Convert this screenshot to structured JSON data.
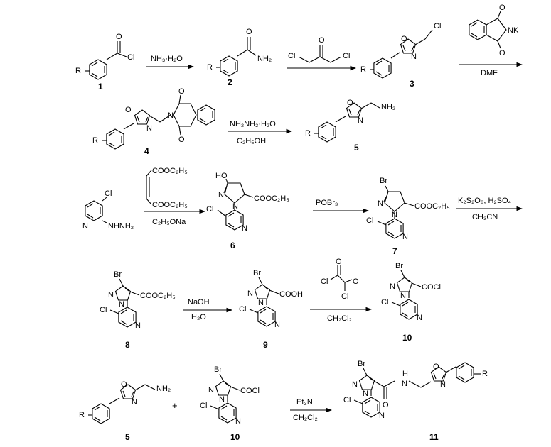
{
  "compounds": {
    "c1": {
      "label": "1",
      "atoms": {
        "R": "R",
        "Cl": "Cl",
        "O": "O"
      }
    },
    "c2": {
      "label": "2",
      "atoms": {
        "R": "R",
        "NH2": "NH₂",
        "O": "O"
      }
    },
    "c3": {
      "label": "3",
      "atoms": {
        "R": "R",
        "O": "O",
        "N": "N",
        "Cl": "Cl"
      }
    },
    "c4": {
      "label": "4",
      "atoms": {
        "R": "R",
        "O": "O",
        "N": "N",
        "O1": "O",
        "O2": "O",
        "N2": "N"
      }
    },
    "c5a": {
      "label": "5",
      "atoms": {
        "R": "R",
        "O": "O",
        "N": "N",
        "NH2": "NH₂"
      }
    },
    "c6": {
      "label": "6",
      "atoms": {
        "HO": "HO",
        "N": "N",
        "N2": "N",
        "Cl": "Cl",
        "N3": "N",
        "ester": "COOC₂H₅"
      }
    },
    "c7": {
      "label": "7",
      "atoms": {
        "Br": "Br",
        "N": "N",
        "N2": "N",
        "Cl": "Cl",
        "N3": "N",
        "ester": "COOC₂H₅"
      }
    },
    "c8": {
      "label": "8",
      "atoms": {
        "Br": "Br",
        "N": "N",
        "N2": "N",
        "Cl": "Cl",
        "N3": "N",
        "ester": "COOC₂H₅"
      }
    },
    "c9": {
      "label": "9",
      "atoms": {
        "Br": "Br",
        "N": "N",
        "N2": "N",
        "Cl": "Cl",
        "N3": "N",
        "acid": "COOH"
      }
    },
    "c10a": {
      "label": "10",
      "atoms": {
        "Br": "Br",
        "N": "N",
        "N2": "N",
        "Cl": "Cl",
        "N3": "N",
        "acyl": "COCl"
      }
    },
    "c5b": {
      "label": "5",
      "atoms": {
        "R": "R",
        "O": "O",
        "N": "N",
        "NH2": "NH₂"
      }
    },
    "c10b": {
      "label": "10",
      "atoms": {
        "Br": "Br",
        "N": "N",
        "N2": "N",
        "Cl": "Cl",
        "N3": "N",
        "acyl": "COCl"
      }
    },
    "c11": {
      "label": "11",
      "atoms": {
        "Br": "Br",
        "N": "N",
        "N2": "N",
        "Cl": "Cl",
        "N3": "N",
        "O": "O",
        "NH": "H",
        "Nam": "N",
        "Ox": "O",
        "Nx": "N",
        "R": "R"
      }
    },
    "hydrazine": {
      "atoms": {
        "Cl": "Cl",
        "N": "N",
        "NHNH2": "NHNH₂"
      }
    },
    "maleate": {
      "atoms": {
        "e1": "COOC₂H₅",
        "e2": "COOC₂H₅"
      }
    },
    "phthalimide": {
      "atoms": {
        "O1": "O",
        "O2": "O",
        "NK": "NK"
      }
    },
    "dcp": {
      "atoms": {
        "Cl1": "Cl",
        "Cl2": "Cl",
        "O": "O"
      }
    },
    "oxalyl": {
      "atoms": {
        "Cl1": "Cl",
        "Cl2": "Cl",
        "O1": "O",
        "O2": "O"
      }
    }
  },
  "reagents": {
    "r1": "NH₃·H₂O",
    "r3_below": "DMF",
    "r4_above": "NH₂NH₂·H₂O",
    "r4_below": "C₂H₅OH",
    "r5_below": "C₂H₅ONa",
    "r6_above": "POBr₃",
    "r7_above": "K₂S₂O₈, H₂SO₄",
    "r7_below": "CH₃CN",
    "r8_above": "NaOH",
    "r8_below": "H₂O",
    "r9_below": "CH₂Cl₂",
    "r10_above": "Et₃N",
    "r10_below": "CH₂Cl₂"
  },
  "plus": "+"
}
